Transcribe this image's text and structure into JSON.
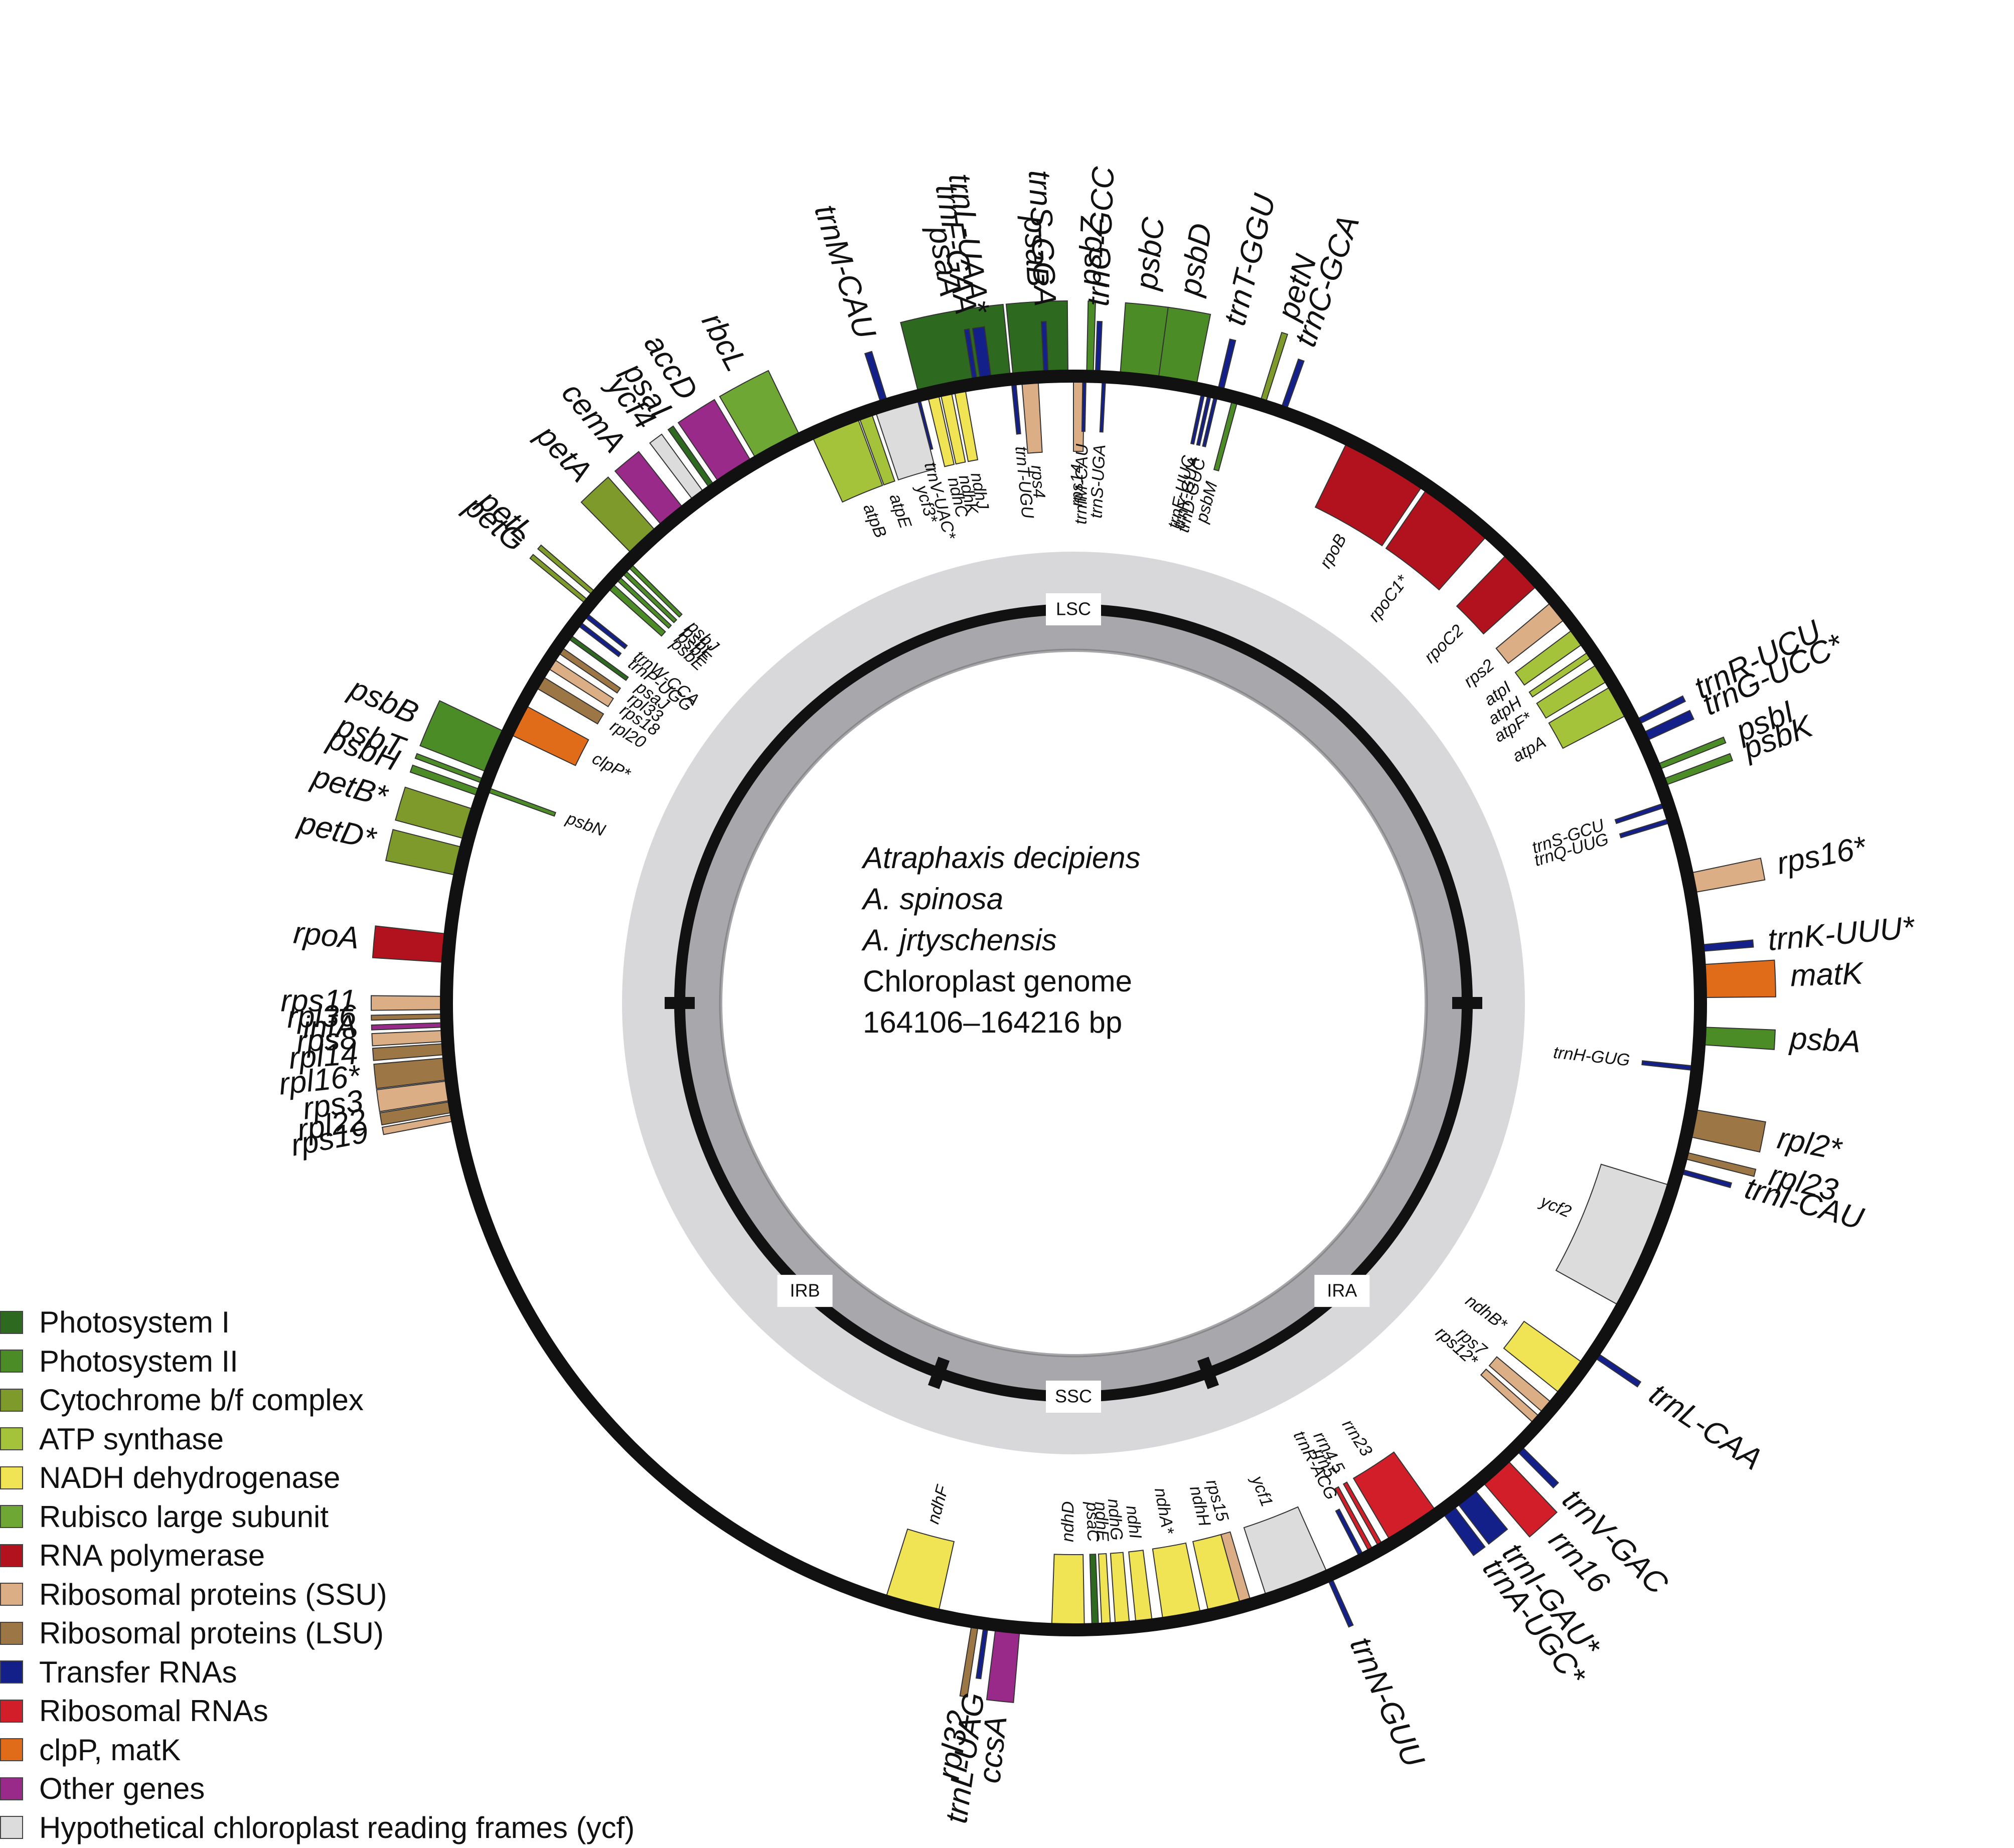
{
  "center": {
    "species": [
      "Atraphaxis decipiens",
      "A. spinosa",
      "A. jrtyschensis"
    ],
    "title": "Chloroplast genome",
    "size": "164106–164216 bp"
  },
  "regions": [
    "LSC",
    "IRB",
    "SSC",
    "IRA"
  ],
  "legend": [
    {
      "label": "Photosystem I",
      "color": "#2d6a1f"
    },
    {
      "label": "Photosystem II",
      "color": "#4c8c26"
    },
    {
      "label": "Cytochrome b/f complex",
      "color": "#7d9a2a"
    },
    {
      "label": "ATP synthase",
      "color": "#a4c23a"
    },
    {
      "label": "NADH dehydrogenase",
      "color": "#f0e354"
    },
    {
      "label": "Rubisco large subunit",
      "color": "#6ea733"
    },
    {
      "label": "RNA polymerase",
      "color": "#b1121d"
    },
    {
      "label": "Ribosomal proteins (SSU)",
      "color": "#dcae86"
    },
    {
      "label": "Ribosomal proteins (LSU)",
      "color": "#9c7644"
    },
    {
      "label": "Transfer RNAs",
      "color": "#14208a"
    },
    {
      "label": "Ribosomal RNAs",
      "color": "#d21e29"
    },
    {
      "label": "clpP, matK",
      "color": "#e06c1a"
    },
    {
      "label": "Other genes",
      "color": "#9a2a8a"
    },
    {
      "label": "Hypothetical chloroplast reading frames (ycf)",
      "color": "#dcdcdd"
    }
  ],
  "genes": [
    {
      "name": "psaA",
      "cat": "Photosystem I"
    },
    {
      "name": "psaB",
      "cat": "Photosystem I"
    },
    {
      "name": "psbC",
      "cat": "Photosystem II"
    },
    {
      "name": "psbD",
      "cat": "Photosystem II"
    },
    {
      "name": "psbZ",
      "cat": "Photosystem II"
    },
    {
      "name": "trnG-GCC",
      "cat": "Transfer RNAs"
    },
    {
      "name": "trnT-GGU",
      "cat": "Transfer RNAs"
    },
    {
      "name": "petN",
      "cat": "Cytochrome b/f complex"
    },
    {
      "name": "trnC-GCA",
      "cat": "Transfer RNAs"
    },
    {
      "name": "rpoB",
      "cat": "RNA polymerase"
    },
    {
      "name": "rpoC1*",
      "cat": "RNA polymerase"
    },
    {
      "name": "rpoC2",
      "cat": "RNA polymerase"
    },
    {
      "name": "rps2",
      "cat": "Ribosomal proteins (SSU)"
    },
    {
      "name": "atpI",
      "cat": "ATP synthase"
    },
    {
      "name": "atpH",
      "cat": "ATP synthase"
    },
    {
      "name": "atpF*",
      "cat": "ATP synthase"
    },
    {
      "name": "atpA",
      "cat": "ATP synthase"
    },
    {
      "name": "trnR-UCU",
      "cat": "Transfer RNAs"
    },
    {
      "name": "trnG-UCC*",
      "cat": "Transfer RNAs"
    },
    {
      "name": "psbI",
      "cat": "Photosystem II"
    },
    {
      "name": "psbK",
      "cat": "Photosystem II"
    },
    {
      "name": "trnS-GCU",
      "cat": "Transfer RNAs"
    },
    {
      "name": "trnQ-UUG",
      "cat": "Transfer RNAs"
    },
    {
      "name": "rps16*",
      "cat": "Ribosomal proteins (SSU)"
    },
    {
      "name": "trnK-UUU*",
      "cat": "Transfer RNAs"
    },
    {
      "name": "matK",
      "cat": "clpP, matK"
    },
    {
      "name": "psbA",
      "cat": "Photosystem II"
    },
    {
      "name": "trnH-GUG",
      "cat": "Transfer RNAs"
    },
    {
      "name": "rpl2*",
      "cat": "Ribosomal proteins (LSU)"
    },
    {
      "name": "rpl23",
      "cat": "Ribosomal proteins (LSU)"
    },
    {
      "name": "trnI-CAU",
      "cat": "Transfer RNAs"
    },
    {
      "name": "ycf2",
      "cat": "Hypothetical chloroplast reading frames (ycf)"
    },
    {
      "name": "trnL-CAA",
      "cat": "Transfer RNAs"
    },
    {
      "name": "ndhB*",
      "cat": "NADH dehydrogenase"
    },
    {
      "name": "rps7",
      "cat": "Ribosomal proteins (SSU)"
    },
    {
      "name": "rps12*",
      "cat": "Ribosomal proteins (SSU)"
    },
    {
      "name": "trnV-GAC",
      "cat": "Transfer RNAs"
    },
    {
      "name": "rrn16",
      "cat": "Ribosomal RNAs"
    },
    {
      "name": "trnI-GAU*",
      "cat": "Transfer RNAs"
    },
    {
      "name": "trnA-UGC*",
      "cat": "Transfer RNAs"
    },
    {
      "name": "rrn23",
      "cat": "Ribosomal RNAs"
    },
    {
      "name": "rrn4.5",
      "cat": "Ribosomal RNAs"
    },
    {
      "name": "rrn5",
      "cat": "Ribosomal RNAs"
    },
    {
      "name": "trnR-ACG",
      "cat": "Transfer RNAs"
    },
    {
      "name": "trnN-GUU",
      "cat": "Transfer RNAs"
    },
    {
      "name": "ycf1",
      "cat": "Hypothetical chloroplast reading frames (ycf)"
    },
    {
      "name": "rps15",
      "cat": "Ribosomal proteins (SSU)"
    },
    {
      "name": "ndhH",
      "cat": "NADH dehydrogenase"
    },
    {
      "name": "ndhA*",
      "cat": "NADH dehydrogenase"
    },
    {
      "name": "ndhI",
      "cat": "NADH dehydrogenase"
    },
    {
      "name": "ndhG",
      "cat": "NADH dehydrogenase"
    },
    {
      "name": "ndhE",
      "cat": "NADH dehydrogenase"
    },
    {
      "name": "psaC",
      "cat": "Photosystem I"
    },
    {
      "name": "ndhD",
      "cat": "NADH dehydrogenase"
    },
    {
      "name": "ccsA",
      "cat": "Other genes"
    },
    {
      "name": "trnL-UAG",
      "cat": "Transfer RNAs"
    },
    {
      "name": "rpl32",
      "cat": "Ribosomal proteins (LSU)"
    },
    {
      "name": "ndhF",
      "cat": "NADH dehydrogenase"
    },
    {
      "name": "rpoA",
      "cat": "RNA polymerase"
    },
    {
      "name": "rps11",
      "cat": "Ribosomal proteins (SSU)"
    },
    {
      "name": "rpl36",
      "cat": "Ribosomal proteins (LSU)"
    },
    {
      "name": "infA",
      "cat": "Other genes"
    },
    {
      "name": "rps8",
      "cat": "Ribosomal proteins (SSU)"
    },
    {
      "name": "rpl14",
      "cat": "Ribosomal proteins (LSU)"
    },
    {
      "name": "rpl16*",
      "cat": "Ribosomal proteins (LSU)"
    },
    {
      "name": "rps3",
      "cat": "Ribosomal proteins (SSU)"
    },
    {
      "name": "rpl22",
      "cat": "Ribosomal proteins (LSU)"
    },
    {
      "name": "rps19",
      "cat": "Ribosomal proteins (SSU)"
    },
    {
      "name": "petD*",
      "cat": "Cytochrome b/f complex"
    },
    {
      "name": "petB*",
      "cat": "Cytochrome b/f complex"
    },
    {
      "name": "psbH",
      "cat": "Photosystem II"
    },
    {
      "name": "psbT",
      "cat": "Photosystem II"
    },
    {
      "name": "psbB",
      "cat": "Photosystem II"
    },
    {
      "name": "psbN",
      "cat": "Photosystem II"
    },
    {
      "name": "clpP*",
      "cat": "clpP, matK"
    },
    {
      "name": "rps12*",
      "cat": "Ribosomal proteins (SSU)"
    },
    {
      "name": "rpl20",
      "cat": "Ribosomal proteins (LSU)"
    },
    {
      "name": "rps18",
      "cat": "Ribosomal proteins (SSU)"
    },
    {
      "name": "rpl33",
      "cat": "Ribosomal proteins (LSU)"
    },
    {
      "name": "psaJ",
      "cat": "Photosystem I"
    },
    {
      "name": "trnP-UGG",
      "cat": "Transfer RNAs"
    },
    {
      "name": "trnW-CCA",
      "cat": "Transfer RNAs"
    },
    {
      "name": "petG",
      "cat": "Cytochrome b/f complex"
    },
    {
      "name": "petL",
      "cat": "Cytochrome b/f complex"
    },
    {
      "name": "psbE",
      "cat": "Photosystem II"
    },
    {
      "name": "psbF",
      "cat": "Photosystem II"
    },
    {
      "name": "psbL",
      "cat": "Photosystem II"
    },
    {
      "name": "psbJ",
      "cat": "Photosystem II"
    },
    {
      "name": "petA",
      "cat": "Cytochrome b/f complex"
    },
    {
      "name": "cemA",
      "cat": "Other genes"
    },
    {
      "name": "ycf4",
      "cat": "Hypothetical chloroplast reading frames (ycf)"
    },
    {
      "name": "psaI",
      "cat": "Photosystem I"
    },
    {
      "name": "accD",
      "cat": "Other genes"
    },
    {
      "name": "rbcL",
      "cat": "Rubisco large subunit"
    },
    {
      "name": "atpB",
      "cat": "ATP synthase"
    },
    {
      "name": "atpE",
      "cat": "ATP synthase"
    },
    {
      "name": "trnM-CAU",
      "cat": "Transfer RNAs"
    },
    {
      "name": "trnV-UAC*",
      "cat": "Transfer RNAs"
    },
    {
      "name": "ndhC",
      "cat": "NADH dehydrogenase"
    },
    {
      "name": "ndhK",
      "cat": "NADH dehydrogenase"
    },
    {
      "name": "ndhJ",
      "cat": "NADH dehydrogenase"
    },
    {
      "name": "trnF-GAA",
      "cat": "Transfer RNAs"
    },
    {
      "name": "trnL-UAA*",
      "cat": "Transfer RNAs"
    },
    {
      "name": "trnT-UGU",
      "cat": "Transfer RNAs"
    },
    {
      "name": "rps4",
      "cat": "Ribosomal proteins (SSU)"
    },
    {
      "name": "trnS-GGA",
      "cat": "Transfer RNAs"
    },
    {
      "name": "ycf3*",
      "cat": "Hypothetical chloroplast reading frames (ycf)"
    },
    {
      "name": "rps14",
      "cat": "Ribosomal proteins (SSU)"
    },
    {
      "name": "trnfM-CAU",
      "cat": "Transfer RNAs"
    },
    {
      "name": "trnS-UGA",
      "cat": "Transfer RNAs"
    },
    {
      "name": "trnE-UUC",
      "cat": "Transfer RNAs"
    },
    {
      "name": "trnY-GUA",
      "cat": "Transfer RNAs"
    },
    {
      "name": "trnD-GUC",
      "cat": "Transfer RNAs"
    },
    {
      "name": "psbM",
      "cat": "Photosystem II"
    }
  ]
}
